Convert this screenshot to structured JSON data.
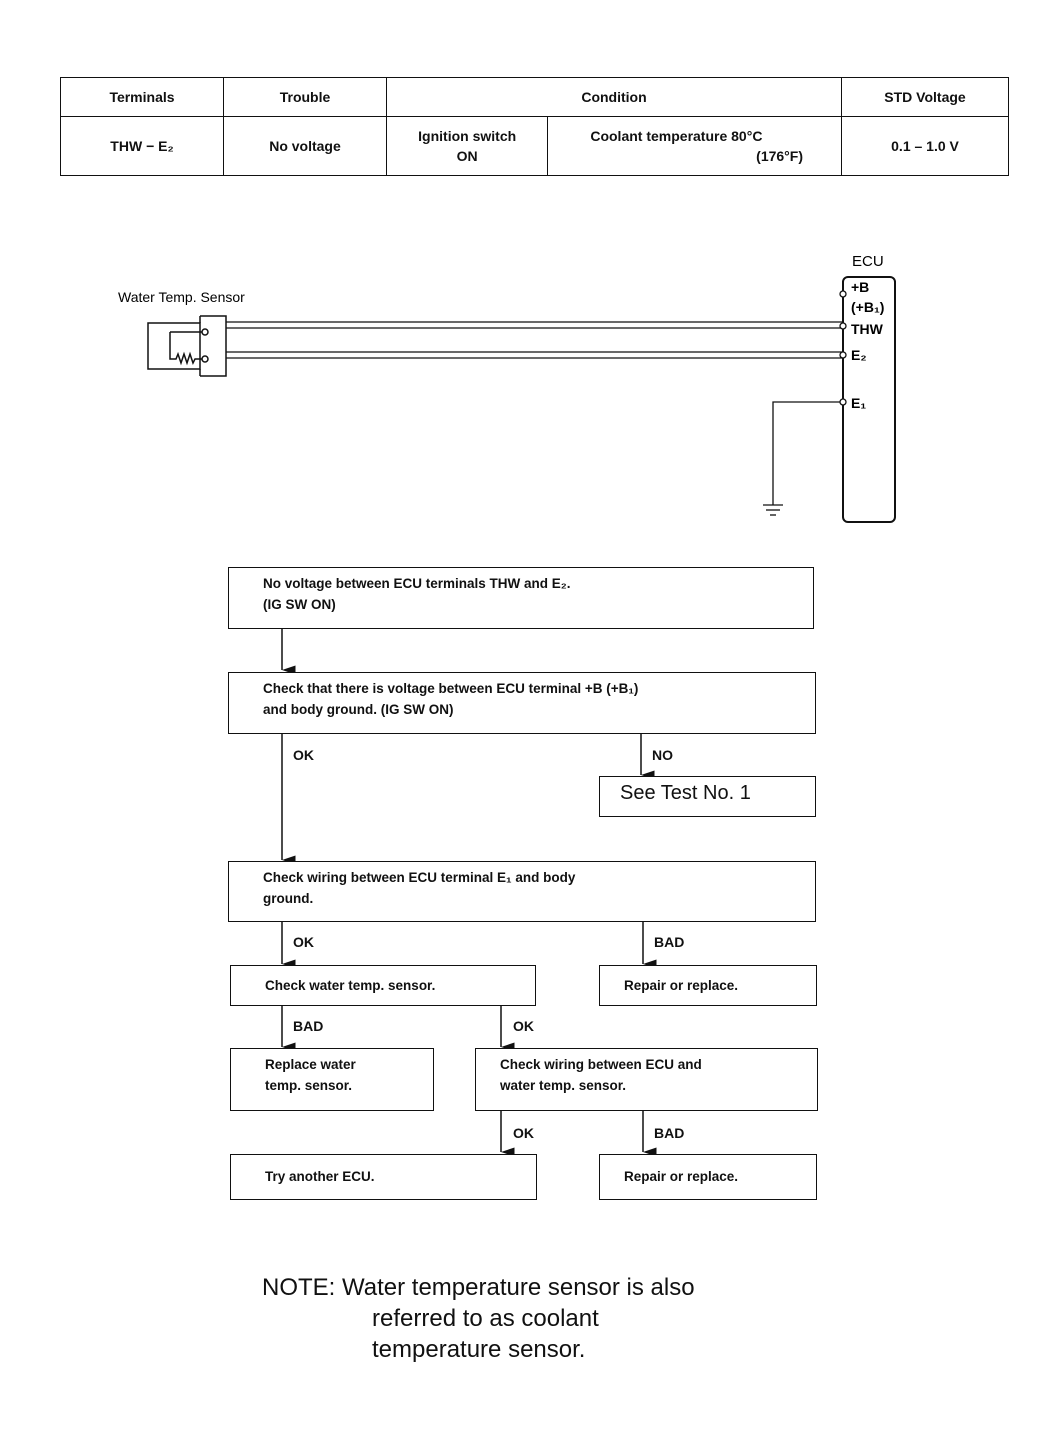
{
  "table": {
    "headers": [
      "Terminals",
      "Trouble",
      "Condition",
      "STD Voltage"
    ],
    "row": {
      "terminals": "THW − E₂",
      "trouble": "No voltage",
      "condition_ignition_line1": "Ignition switch",
      "condition_ignition_line2": "ON",
      "condition_coolant_line1": "Coolant temperature 80°C",
      "condition_coolant_line2": "(176°F)",
      "std_voltage": "0.1 – 1.0 V"
    }
  },
  "wiring": {
    "sensor_label": "Water Temp. Sensor",
    "ecu_label": "ECU",
    "terminals": [
      "+B",
      "(+B₁)",
      "THW",
      "E₂",
      "E₁"
    ]
  },
  "flow": {
    "box1": [
      "No voltage between ECU terminals THW and E₂.",
      "(IG SW ON)"
    ],
    "box2": [
      "Check that there is voltage between ECU terminal +B (+B₁)",
      "and body ground. (IG SW ON)"
    ],
    "box_test": "See Test No. 1",
    "box3": [
      "Check wiring between ECU terminal E₁ and body",
      "ground."
    ],
    "box4": "Check water temp. sensor.",
    "box5": "Repair or replace.",
    "box6": [
      "Replace water",
      "temp. sensor."
    ],
    "box7": [
      "Check wiring between ECU and",
      "water temp. sensor."
    ],
    "box8": "Try another ECU.",
    "box9": "Repair or replace.",
    "labels": {
      "ok1": "OK",
      "no1": "NO",
      "ok2": "OK",
      "bad2": "BAD",
      "bad3": "BAD",
      "ok3": "OK",
      "ok4": "OK",
      "bad4": "BAD"
    }
  },
  "note": {
    "line1": "NOTE:  Water temperature sensor is also",
    "line2": "referred to as coolant",
    "line3": "temperature sensor."
  }
}
